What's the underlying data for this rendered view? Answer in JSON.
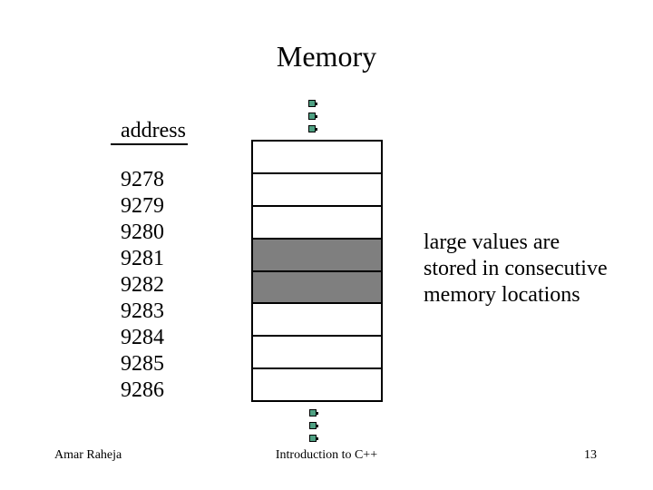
{
  "slide": {
    "title": "Memory",
    "address_label": "address",
    "addresses": [
      "9278",
      "9279",
      "9280",
      "9281",
      "9282",
      "9283",
      "9284",
      "9285",
      "9286"
    ],
    "memory_stack": {
      "cells": [
        "white",
        "white",
        "white",
        "gray",
        "gray",
        "white",
        "white",
        "white"
      ]
    },
    "annotation": {
      "lines": [
        "large values are",
        "stored in consecutive",
        "memory locations"
      ]
    },
    "footer": {
      "author": "Amar Raheja",
      "course": "Introduction to C++",
      "page_number": "13"
    },
    "icons": {
      "continuation_bullet": "square-bullet-icon"
    },
    "colors": {
      "background": "#ffffff",
      "text": "#000000",
      "cell_border": "#000000",
      "cell_highlight": "#7f7f7f",
      "bullet_accent": "#4fa183"
    }
  }
}
